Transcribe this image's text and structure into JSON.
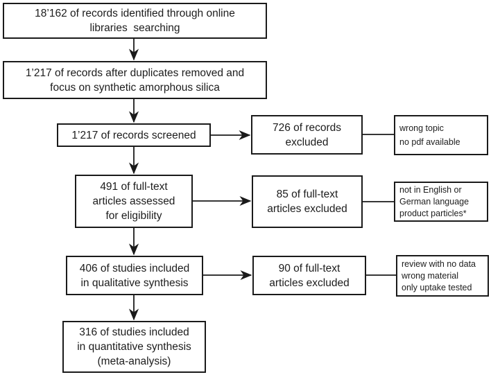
{
  "diagram": {
    "background_color": "#ffffff",
    "line_color": "#1a1a1a",
    "text_color": "#1c1c1c",
    "main_flow": [
      {
        "label_lines": [
          "18’162 of records identified through online",
          "libraries  searching"
        ]
      },
      {
        "label_lines": [
          "1’217 of records after duplicates removed and",
          "focus on synthetic amorphous silica"
        ]
      },
      {
        "label_lines": [
          "1’217 of records screened"
        ]
      },
      {
        "label_lines": [
          "491 of full-text",
          "articles assessed",
          "for eligibility"
        ]
      },
      {
        "label_lines": [
          "406 of studies included",
          "in qualitative synthesis"
        ]
      },
      {
        "label_lines": [
          "316 of studies included",
          "in quantitative synthesis",
          "(meta-analysis)"
        ]
      }
    ],
    "excluded": [
      {
        "label_lines": [
          "726 of records",
          "excluded"
        ]
      },
      {
        "label_lines": [
          "85 of full-text",
          "articles excluded"
        ]
      },
      {
        "label_lines": [
          "90 of full-text",
          "articles excluded"
        ]
      }
    ],
    "reasons": [
      {
        "label_lines": [
          "wrong topic",
          "no pdf available"
        ]
      },
      {
        "label_lines": [
          "not in English or",
          "German language",
          "product particles*"
        ]
      },
      {
        "label_lines": [
          "review with no data",
          "wrong material",
          "only uptake tested"
        ]
      }
    ]
  }
}
